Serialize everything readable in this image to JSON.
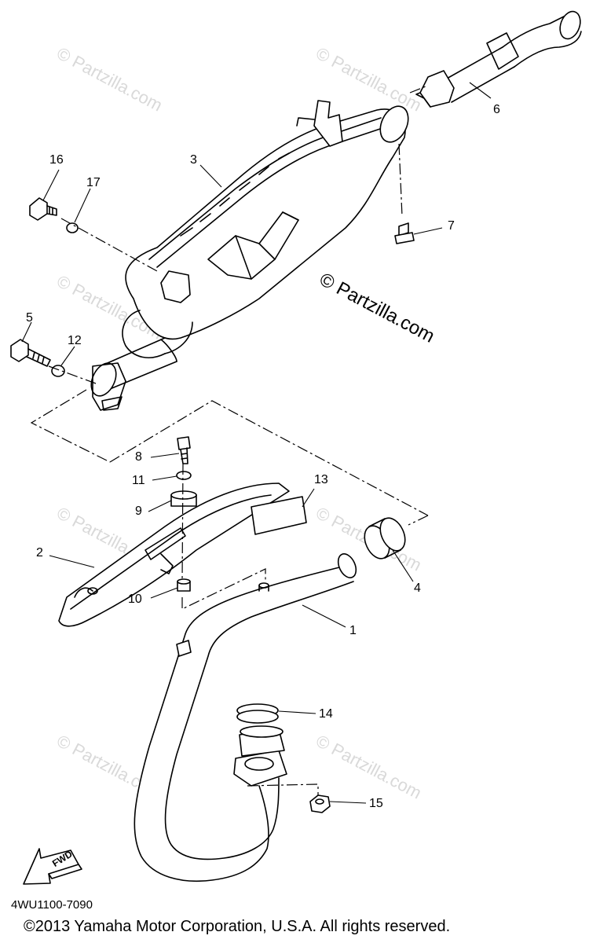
{
  "callouts": {
    "n1": "1",
    "n2": "2",
    "n3": "3",
    "n4": "4",
    "n5": "5",
    "n6": "6",
    "n7": "7",
    "n8": "8",
    "n9": "9",
    "n10": "10",
    "n11": "11",
    "n12": "12",
    "n13": "13",
    "n14": "14",
    "n15": "15",
    "n16": "16",
    "n17": "17"
  },
  "watermark": {
    "faint": "© Partzilla.com",
    "main": "© Partzilla.com"
  },
  "fwd_label": "FWD",
  "diagram_code": "4WU1100-7090",
  "copyright": "©2013  Yamaha Motor Corporation, U.S.A. All rights reserved.",
  "colors": {
    "line": "#000000",
    "watermark": "#d9d9d9",
    "background": "#ffffff"
  }
}
